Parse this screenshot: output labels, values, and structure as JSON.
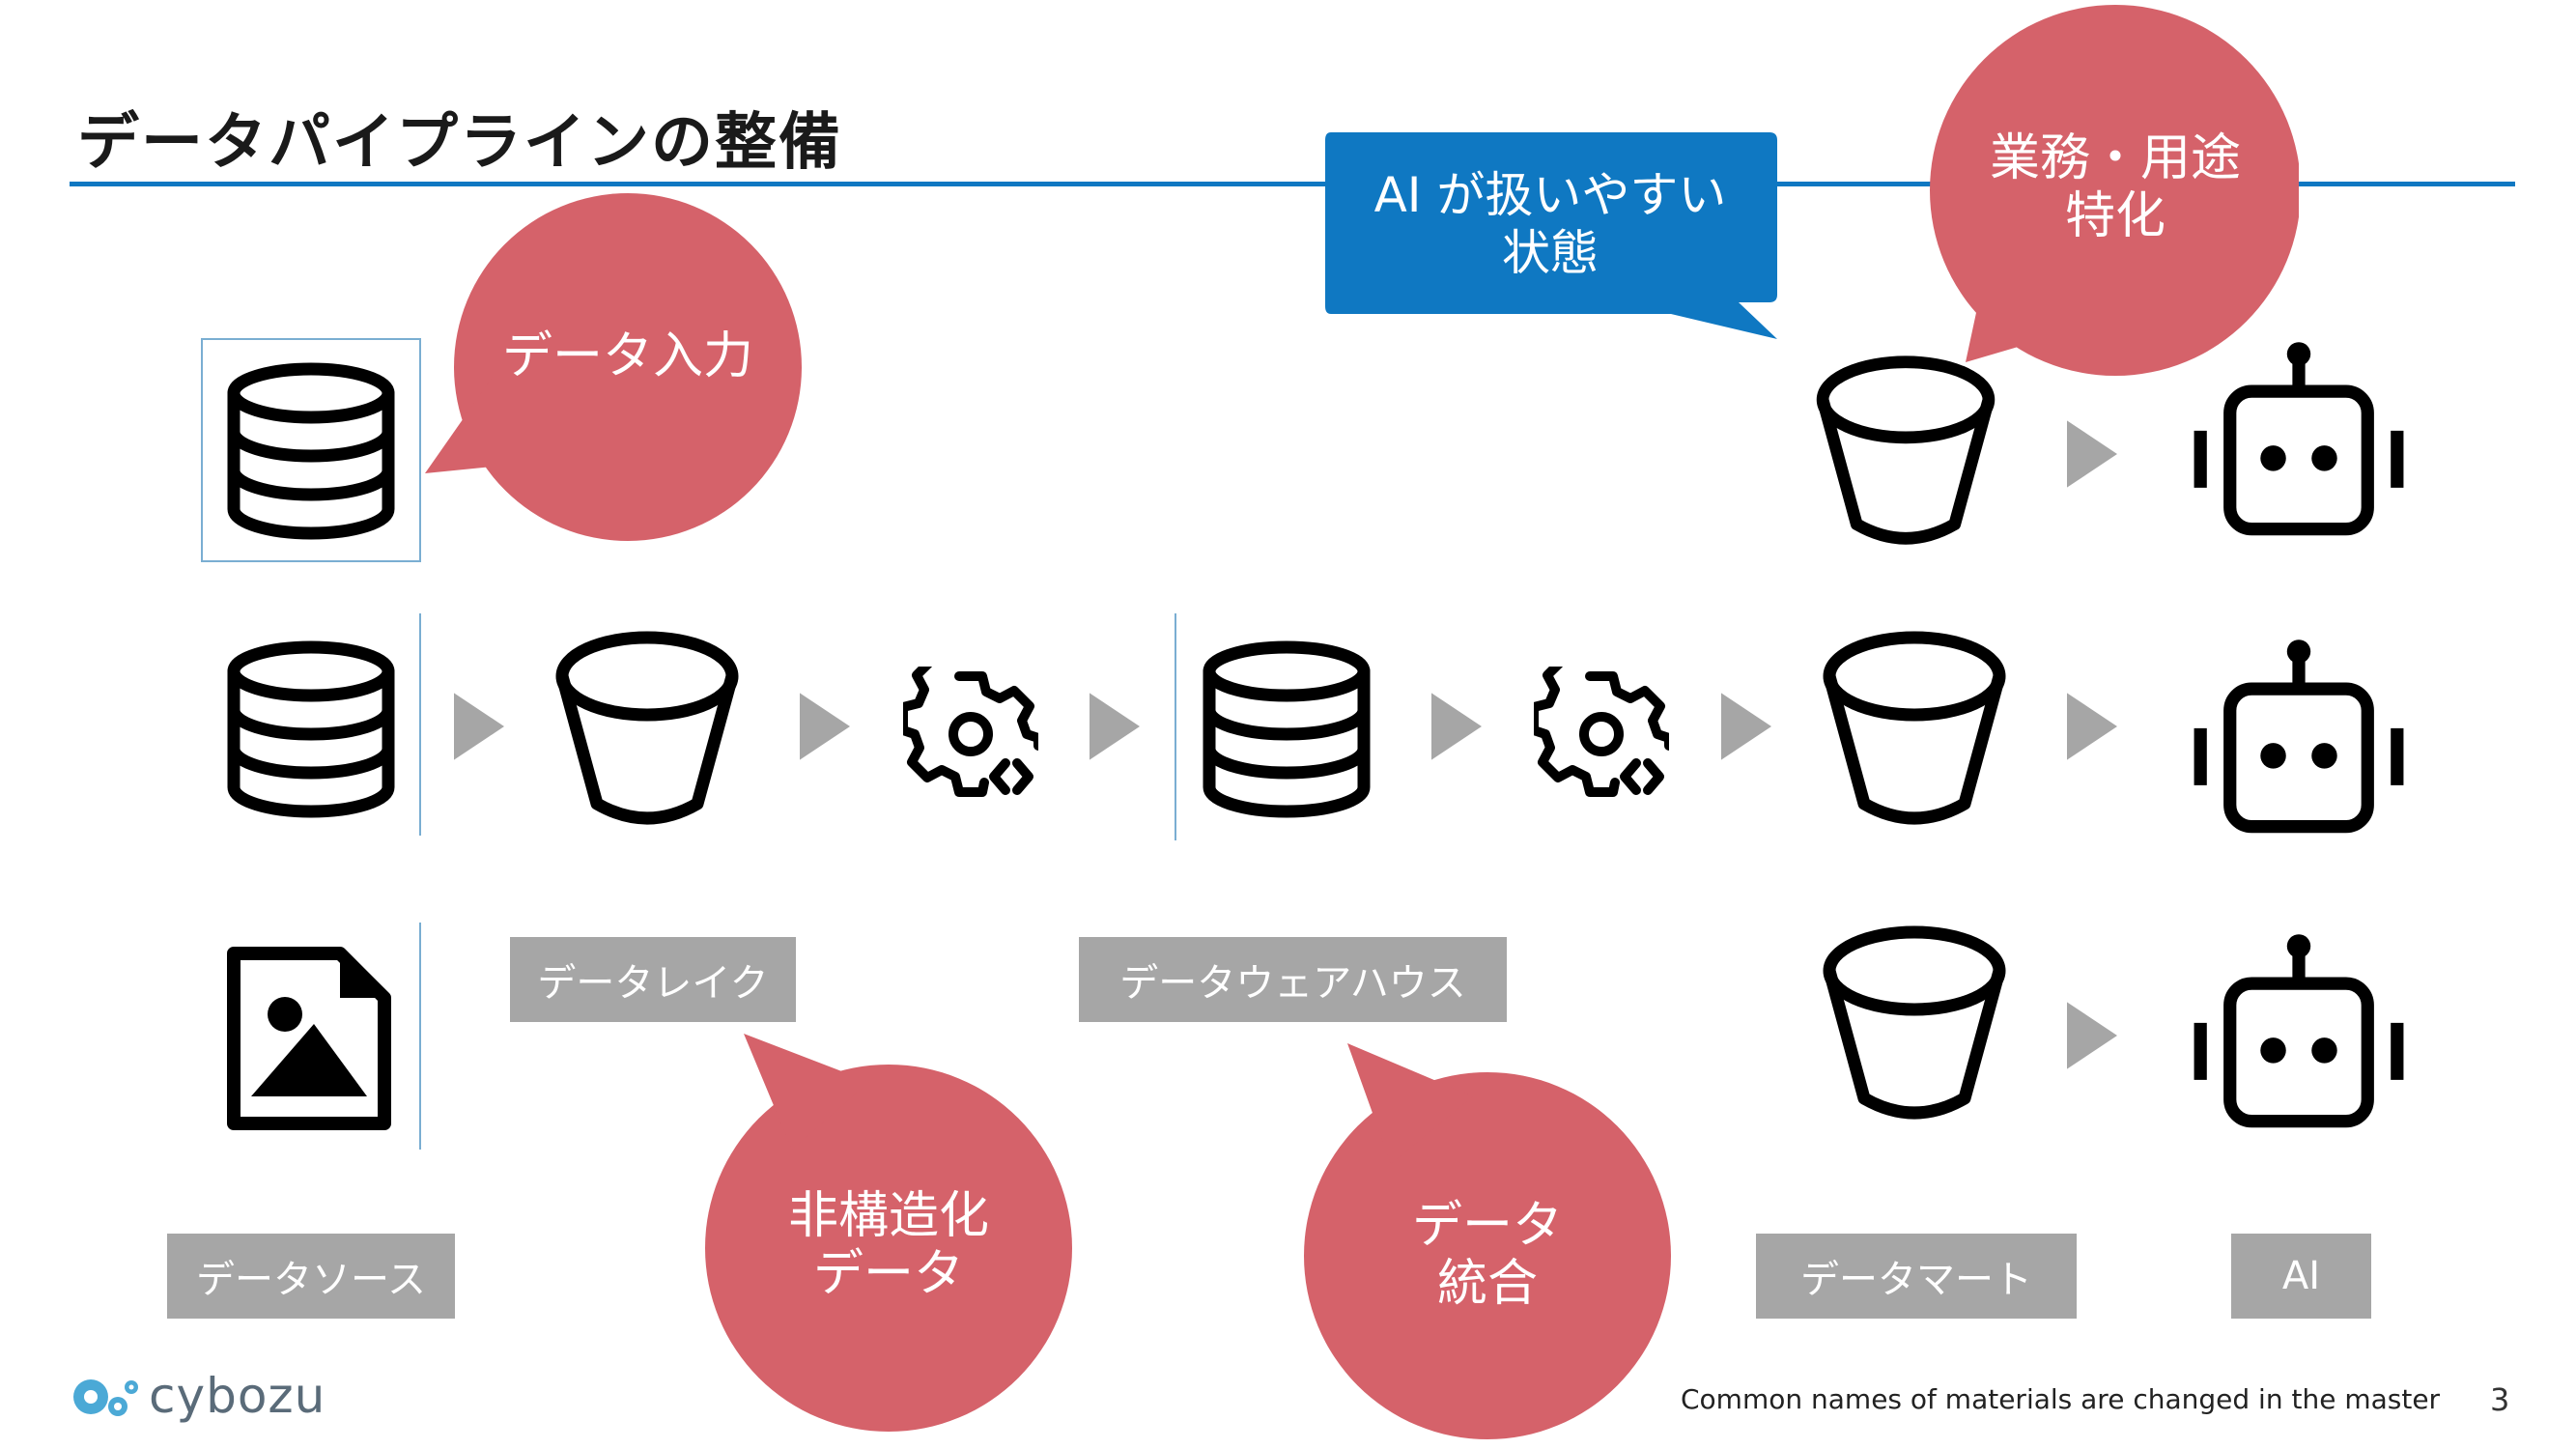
{
  "slide": {
    "title": "データパイプラインの整備",
    "page_number": "3",
    "footer_note": "Common names of materials are changed in the master",
    "brand": "cybozu"
  },
  "labels": {
    "data_source": "データソース",
    "data_lake": "データレイク",
    "data_warehouse": "データウェアハウス",
    "data_mart": "データマート",
    "ai": "AI"
  },
  "bubbles": {
    "data_input": "データ入力",
    "unstructured": [
      "非構造化",
      "データ"
    ],
    "integration": [
      "データ",
      "統合"
    ],
    "business_specific": [
      "業務・用途",
      "特化"
    ]
  },
  "callout": {
    "ai_ready": [
      "AI が扱いやすい",
      "状態"
    ]
  },
  "icons": [
    "database-icon",
    "bucket-icon",
    "gear-code-icon",
    "robot-icon",
    "image-file-icon",
    "arrow-right-icon"
  ],
  "colors": {
    "accent_blue": "#0f78c2",
    "bubble_red": "#d5626a",
    "label_gray": "#a6a6a6",
    "icon_black": "#000000",
    "divider_blue": "#7aaed2"
  }
}
